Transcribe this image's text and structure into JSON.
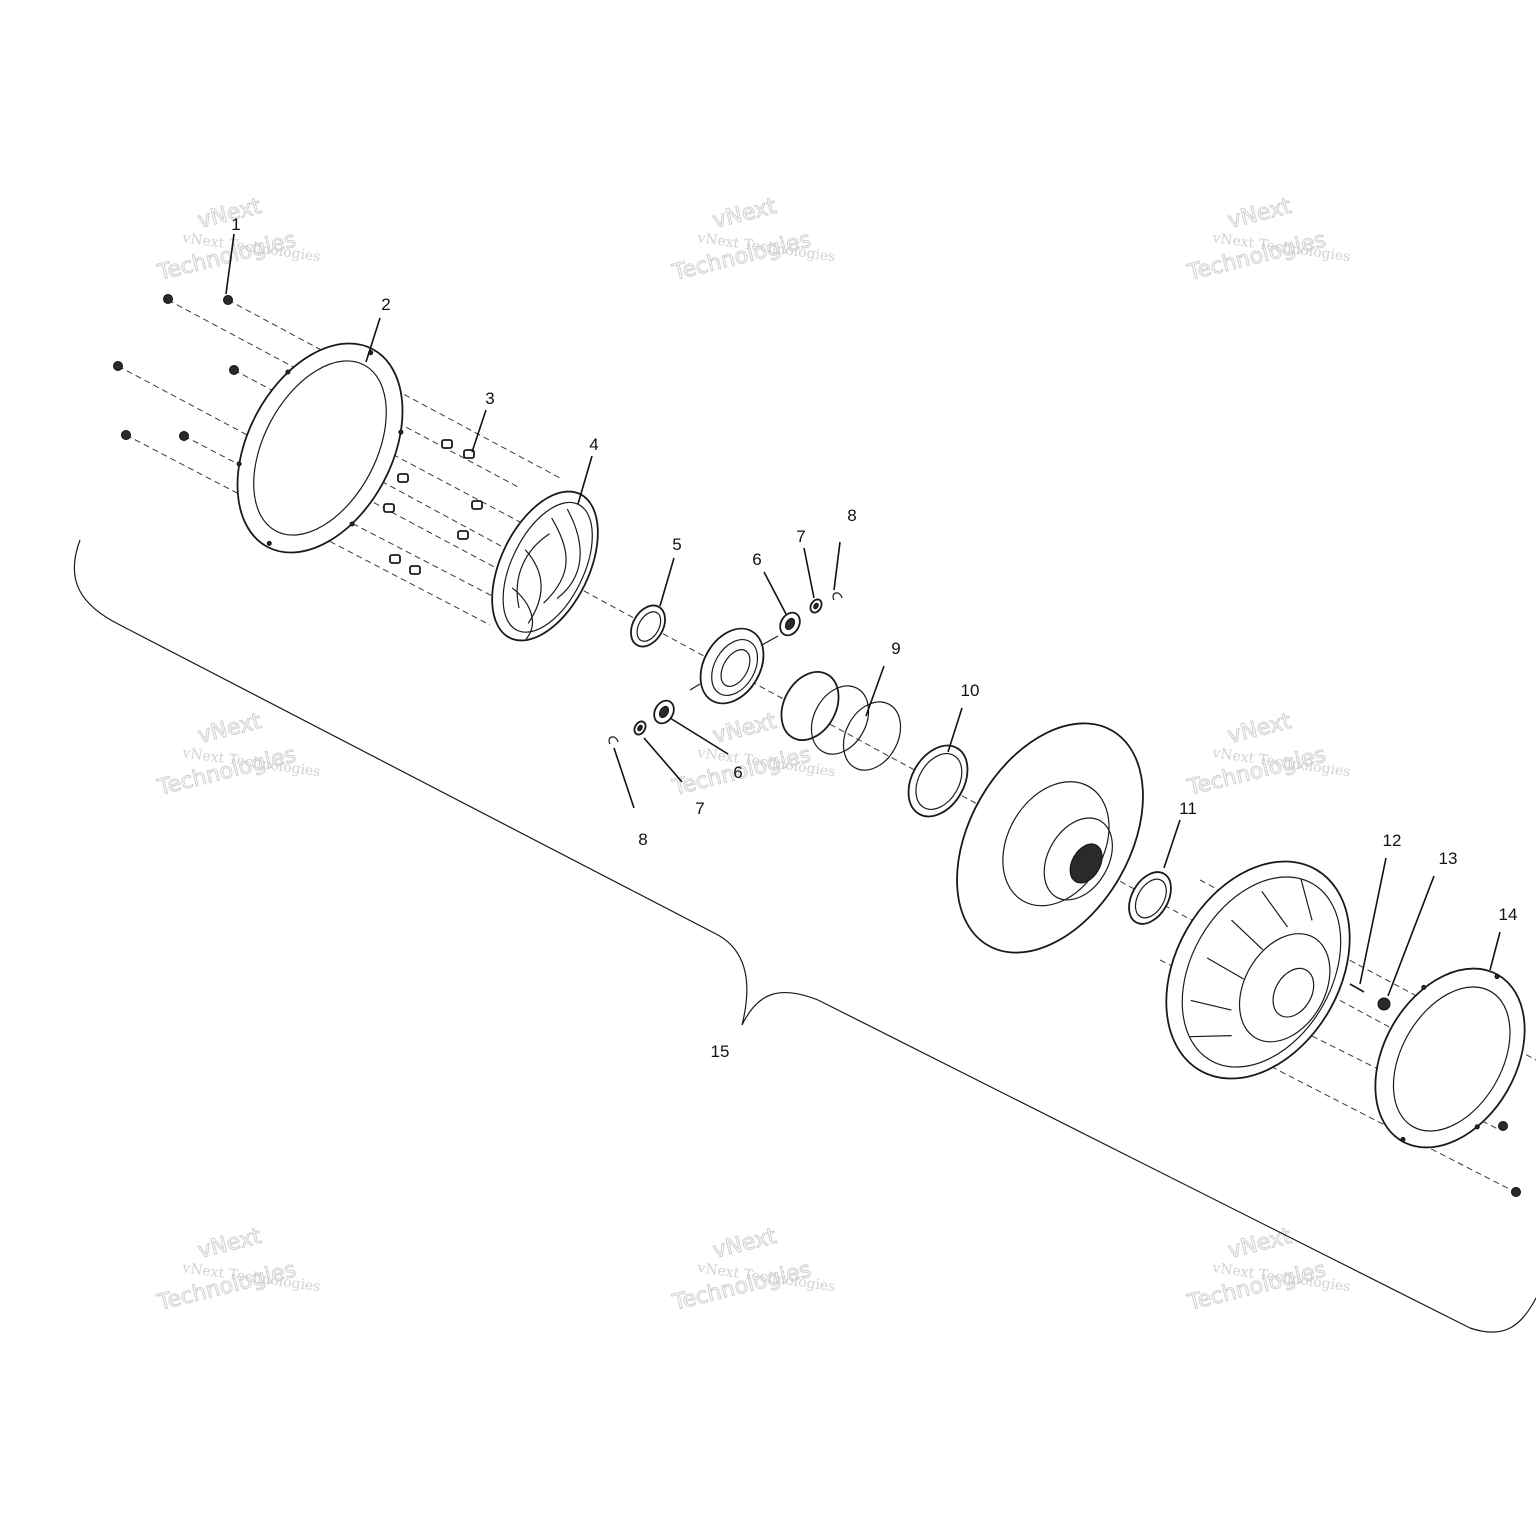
{
  "watermark": {
    "brand_line": "vNext Technologies",
    "logo_word_1": "vNext",
    "logo_word_2": "Technologies"
  },
  "callouts": {
    "c1": "1",
    "c2": "2",
    "c3": "3",
    "c4": "4",
    "c5": "5",
    "c6a": "6",
    "c6b": "6",
    "c7a": "7",
    "c7b": "7",
    "c8a": "8",
    "c8b": "8",
    "c9": "9",
    "c10": "10",
    "c11": "11",
    "c12": "12",
    "c13": "13",
    "c14": "14",
    "c15": "15"
  }
}
